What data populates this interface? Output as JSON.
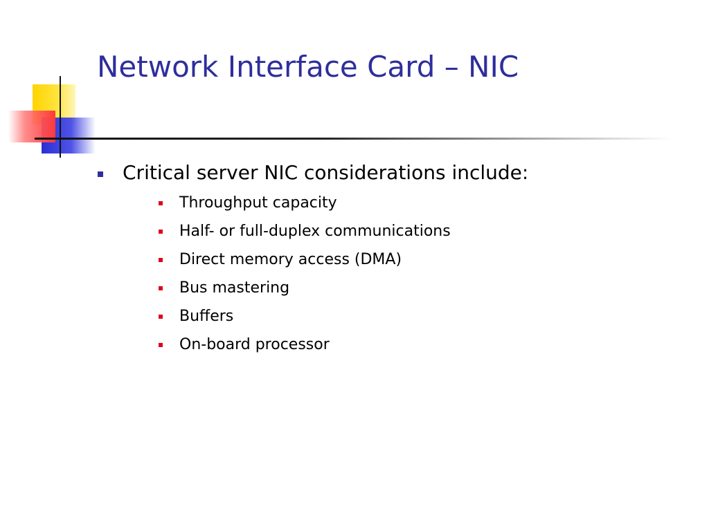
{
  "slide": {
    "title": "Network Interface Card – NIC",
    "bullet": {
      "text": "Critical server NIC considerations include:",
      "sub_items": [
        "Throughput capacity",
        "Half- or full-duplex communications",
        "Direct memory access (DMA)",
        "Bus mastering",
        "Buffers",
        "On-board processor"
      ]
    }
  },
  "colors": {
    "title": "#2e2e9c",
    "level1_bullet": "#2e2e9c",
    "level2_bullet": "#e0001a",
    "text": "#000000",
    "background": "#ffffff"
  },
  "icons": {
    "corner_graphic": "colored-squares-crosshair-graphic",
    "level1_bullet": "blue-square-bullet-icon",
    "level2_bullet": "red-square-bullet-icon"
  }
}
